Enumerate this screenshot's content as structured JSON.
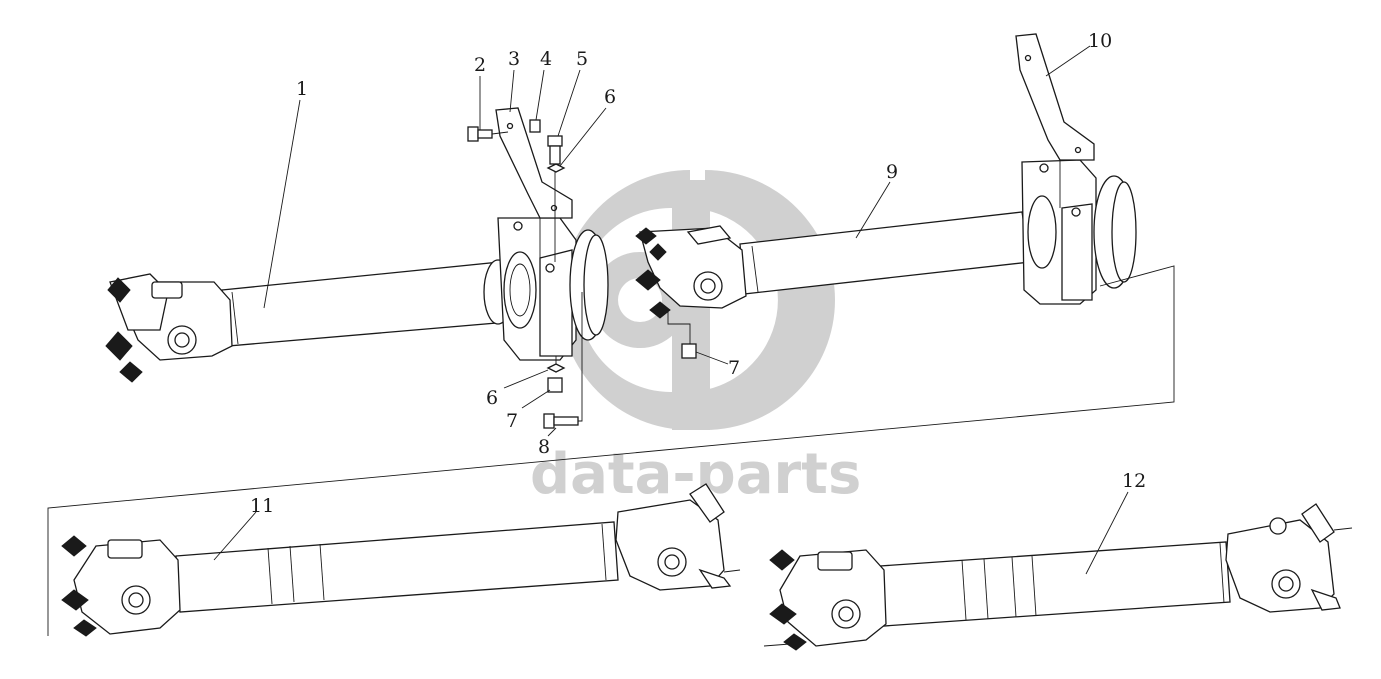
{
  "watermark": {
    "text": "data-parts",
    "color": "#c8c8c8"
  },
  "callouts": {
    "c1": "1",
    "c2": "2",
    "c3": "3",
    "c4": "4",
    "c5": "5",
    "c6a": "6",
    "c6b": "6",
    "c7a": "7",
    "c7b": "7",
    "c8": "8",
    "c9": "9",
    "c10": "10",
    "c11": "11",
    "c12": "12"
  },
  "colors": {
    "line": "#1a1a1a",
    "watermark": "#c8c8c8",
    "background": "#ffffff"
  }
}
